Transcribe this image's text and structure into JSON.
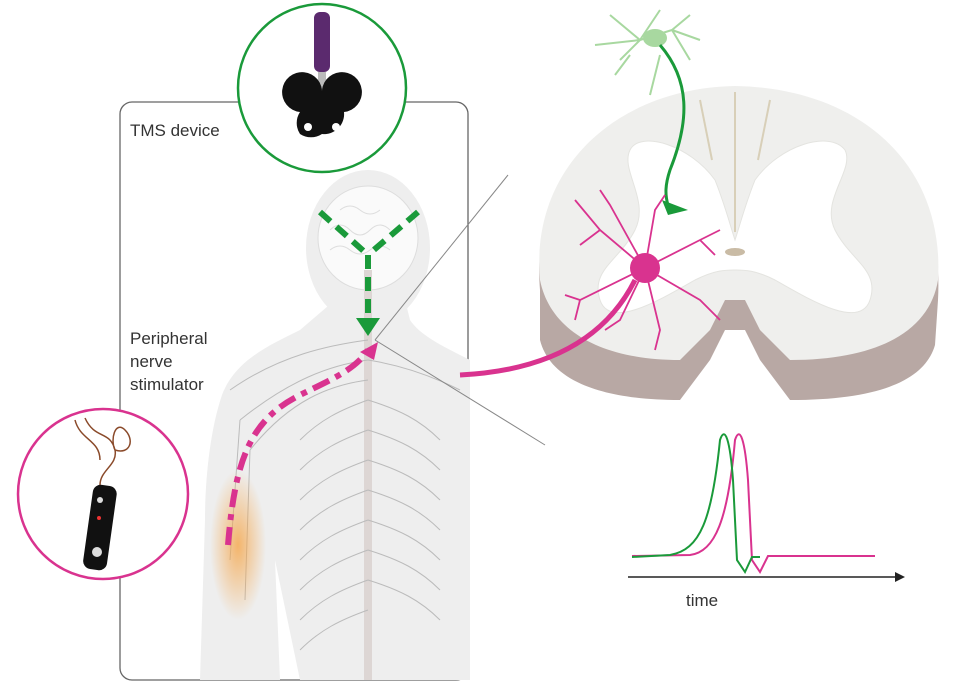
{
  "labels": {
    "tms_device": "TMS device",
    "peripheral_line1": "Peripheral",
    "peripheral_line2": "nerve",
    "peripheral_line3": "stimulator",
    "time_axis": "time"
  },
  "colors": {
    "tms_green": "#1a9a3a",
    "peripheral_magenta": "#d9338f",
    "neuron_light_green": "#a8d8a0",
    "spinal_grey": "#efefed",
    "spinal_edge": "#b8a8a4",
    "body_grey": "#eeeeee"
  }
}
